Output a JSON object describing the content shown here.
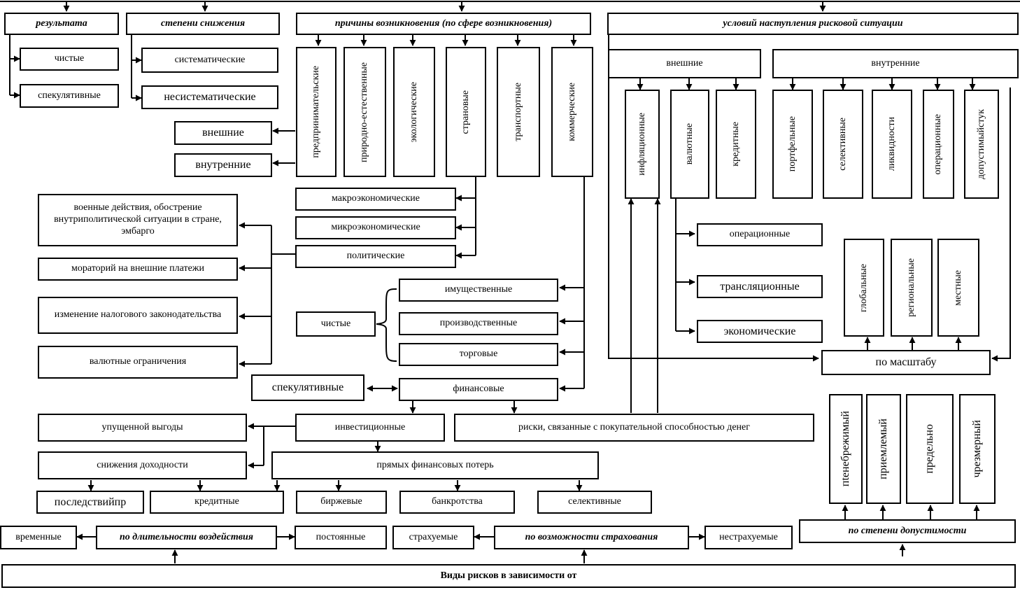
{
  "root": "Виды рисков в зависимости от",
  "criteria": {
    "result": "результата",
    "reduction": "степени снижения",
    "cause": "причины возникновения (по сфере возникновения)",
    "conditions": "условий наступления рисковой ситуации",
    "duration": "по длительности воздействия",
    "insurance": "по возможности страхования",
    "tolerance": "по степени допустимости",
    "scale": "по масштабу"
  },
  "result_items": [
    "чистые",
    "спекулятивные"
  ],
  "reduction_items": [
    "систематические",
    "несистематические"
  ],
  "cause_items": [
    "предпринимательские",
    "природно-естественные",
    "экологические",
    "страновые",
    "транспортные",
    "коммерческие"
  ],
  "business_items": [
    "внешние",
    "внутренние"
  ],
  "country_items": [
    "макроэкономические",
    "микроэкономические",
    "политические"
  ],
  "political_items": [
    "военные действия, обострение внутриполитической ситуации в стране, эмбарго",
    "мораторий на внешние платежи",
    "изменение налогового законодательства",
    "валютные ограничения"
  ],
  "commercial": {
    "pure_label": "чистые",
    "pure_items": [
      "имущественные",
      "производственные",
      "торговые"
    ],
    "speculative_label": "спекулятивные",
    "financial": "финансовые"
  },
  "investment": {
    "label": "инвестиционные",
    "purchasing_power": "риски, связанные с покупательной способностью денег",
    "lost_profit": "упущенной выгоды",
    "income_drop": "снижения доходности",
    "direct_losses": "прямых финансовых потерь",
    "consequences": "последствийпр",
    "credit": "кредитные",
    "exchange": "биржевые",
    "bankruptcy": "банкротства",
    "selective": "селективные"
  },
  "conditions_groups": [
    "внешние",
    "внутренние"
  ],
  "external_items": [
    "инфляционные",
    "валютные",
    "кредитные"
  ],
  "internal_items": [
    "портфельные",
    "селективные",
    "ликвидности",
    "операционные",
    "допустимыйстук"
  ],
  "currency_items": [
    "операционные",
    "трансляционные",
    "экономические"
  ],
  "scale_items": [
    "глобальные",
    "региональные",
    "местные"
  ],
  "tolerance_items": [
    "пtенебрежимый",
    "приемлемый",
    "предельно",
    "чрезмерный"
  ],
  "duration_items": [
    "временные",
    "постоянные"
  ],
  "insurance_items": [
    "страхуемые",
    "нестрахуемые"
  ]
}
